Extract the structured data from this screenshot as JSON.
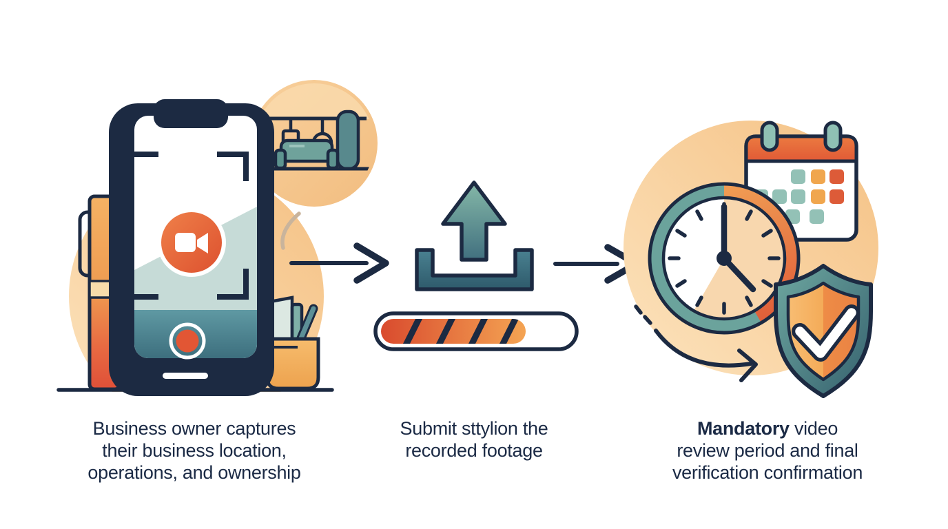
{
  "diagram": {
    "type": "process-flow",
    "title_visible": false,
    "steps": [
      {
        "name": "record-video",
        "caption": {
          "lines": [
            "Business owner captures",
            "their business location,",
            "operations, and ownership"
          ]
        },
        "icons": [
          "smartphone-video-recorder-icon",
          "video-camera-badge-icon",
          "viewfinder-brackets-icon",
          "record-button-icon",
          "business-interior-icon",
          "marker-pen-icon",
          "pencil-cup-icon"
        ]
      },
      {
        "name": "upload-footage",
        "caption": {
          "lines": [
            "Submit sttylion the",
            "recorded footage"
          ]
        },
        "icons": [
          "upload-tray-icon",
          "upload-arrow-icon",
          "progress-bar-icon"
        ],
        "progress_fill_ratio": 0.72
      },
      {
        "name": "mandatory-review",
        "caption": {
          "bold": "Mandatory",
          "line1_rest": " video",
          "lines": [
            "review period and final",
            "verification confirmation"
          ]
        },
        "icons": [
          "clock-icon",
          "calendar-icon",
          "shield-check-icon",
          "cycle-arrow-icon"
        ]
      }
    ],
    "connectors": [
      {
        "name": "arrow-1",
        "type": "arrow-right"
      },
      {
        "name": "arrow-2",
        "type": "arrow-right"
      }
    ]
  },
  "colors": {
    "navy_outline": "#1c2a42",
    "text": "#1b2a45",
    "teal": "#6ba39c",
    "teal_dark": "#35616e",
    "orange": "#e8763f",
    "orange_red": "#dd5636",
    "orange_yellow": "#f0a64e",
    "peach_circle": "#f6c78f",
    "white": "#ffffff"
  }
}
